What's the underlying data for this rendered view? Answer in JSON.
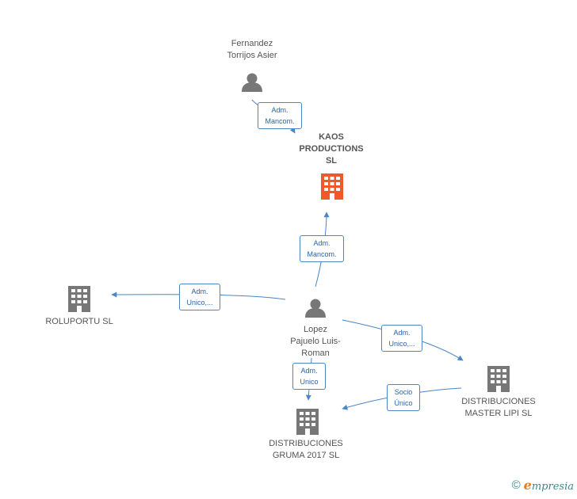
{
  "colors": {
    "edge": "#4a86c8",
    "person": "#777777",
    "company": "#777777",
    "company_highlight": "#f05a28"
  },
  "nodes": {
    "fernandez": {
      "label": "Fernandez\nTorrijos Asier",
      "icon": "person-icon"
    },
    "kaos": {
      "label": "KAOS\nPRODUCTIONS\nSL",
      "icon": "building-icon"
    },
    "lopez": {
      "label": "Lopez\nPajuelo Luis-\nRoman",
      "icon": "person-icon"
    },
    "roluportu": {
      "label": "ROLUPORTU  SL",
      "icon": "building-icon"
    },
    "master_lipi": {
      "label": "DISTRIBUCIONES\nMASTER LIPI  SL",
      "icon": "building-icon"
    },
    "gruma": {
      "label": "DISTRIBUCIONES\nGRUMA 2017  SL",
      "icon": "building-icon"
    }
  },
  "edges": {
    "fernandez_kaos": "Adm.\nMancom.",
    "lopez_kaos": "Adm.\nMancom.",
    "lopez_roluportu": "Adm.\nUnico,...",
    "lopez_master": "Adm.\nUnico,...",
    "lopez_gruma": "Adm.\nUnico",
    "master_gruma": "Socio\nÚnico"
  },
  "footer": {
    "copyright": "©",
    "brand_initial": "e",
    "brand_rest": "mpresia"
  }
}
